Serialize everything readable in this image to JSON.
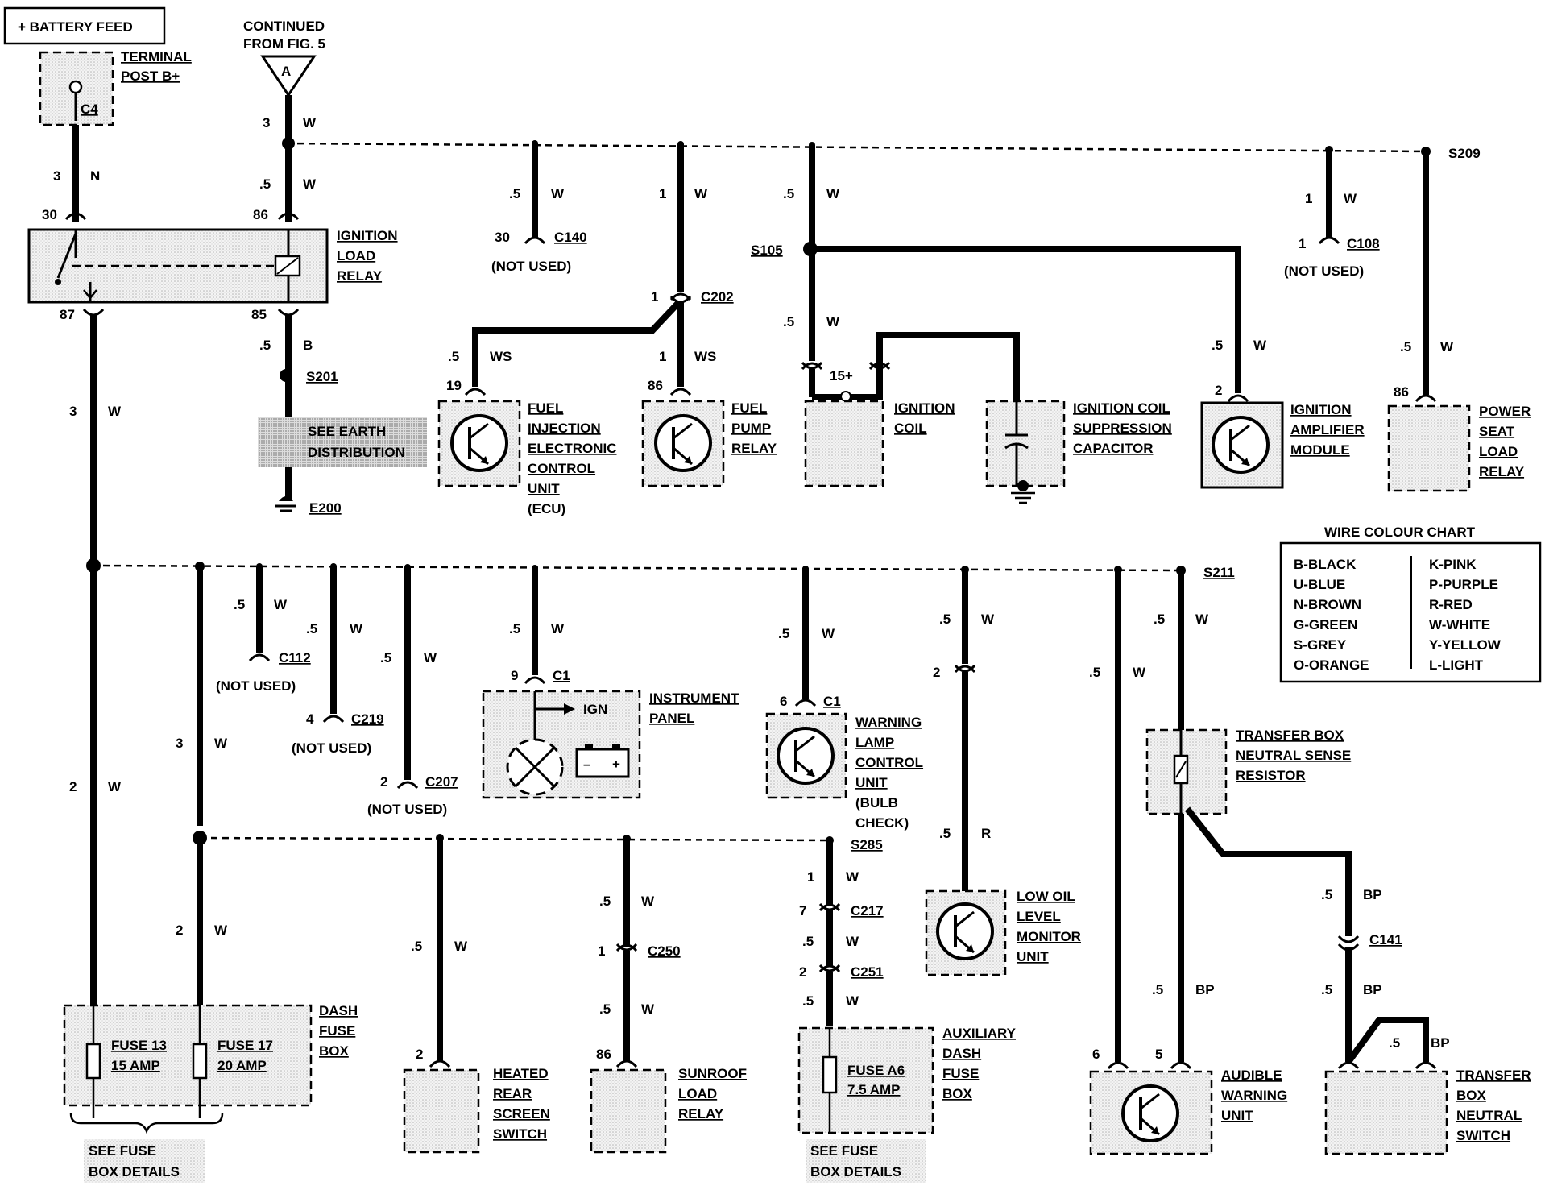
{
  "header": {
    "battery_feed": "+ BATTERY FEED",
    "continued": [
      "CONTINUED",
      "FROM FIG. 5"
    ],
    "connector_a": "A"
  },
  "terminal_post": {
    "name": [
      "TERMINAL",
      "POST B+"
    ],
    "code": "C4"
  },
  "ignition_relay": {
    "name": [
      "IGNITION",
      "LOAD",
      "RELAY"
    ],
    "pin_30": "30",
    "pin_86": "86",
    "pin_87": "87",
    "pin_85": "85"
  },
  "wires": {
    "w_a3": [
      "3",
      "W"
    ],
    "w_n3": [
      "3",
      "N"
    ],
    "w_86": [
      ".5",
      "W"
    ],
    "w_b": [
      ".5",
      "B"
    ],
    "w_87": [
      "3",
      "W"
    ],
    "w_c140": [
      ".5",
      "W"
    ],
    "w_c202": [
      "1",
      "W"
    ],
    "w_ws1": [
      ".5",
      "WS"
    ],
    "w_ws2": [
      "1",
      "WS"
    ],
    "w_s105a": [
      ".5",
      "W"
    ],
    "w_s105b": [
      ".5",
      "W"
    ],
    "w_c108": [
      "1",
      "W"
    ],
    "w_amp": [
      ".5",
      "W"
    ],
    "w_pwr": [
      ".5",
      "W"
    ],
    "w_left2": [
      "2",
      "W"
    ],
    "w_left2b": [
      "2",
      "W"
    ],
    "w_b3": [
      "3",
      "W"
    ],
    "w_c112": [
      ".5",
      "W"
    ],
    "w_c219": [
      ".5",
      "W"
    ],
    "w_c207": [
      ".5",
      "W"
    ],
    "w_instr": [
      ".5",
      "W"
    ],
    "w_warn": [
      ".5",
      "W"
    ],
    "w_oil": [
      ".5",
      "W"
    ],
    "w_oil_r": [
      ".5",
      "R"
    ],
    "w_aud_w": [
      ".5",
      "W"
    ],
    "w_tbr": [
      ".5",
      "W"
    ],
    "w_heat": [
      ".5",
      "W"
    ],
    "w_sun1": [
      ".5",
      "W"
    ],
    "w_sun2": [
      ".5",
      "W"
    ],
    "w_aux1": [
      "1",
      "W"
    ],
    "w_aux2": [
      ".5",
      "W"
    ],
    "w_aux3": [
      ".5",
      "W"
    ],
    "w_bp1": [
      ".5",
      "BP"
    ],
    "w_bp2": [
      ".5",
      "BP"
    ],
    "w_bp3": [
      ".5",
      "BP"
    ],
    "w_bp4": [
      ".5",
      "BP"
    ]
  },
  "connectors": {
    "c140": {
      "pin": "30",
      "name": "C140",
      "note": "(NOT USED)"
    },
    "c202": {
      "pin": "1",
      "name": "C202"
    },
    "s105": "S105",
    "c108": {
      "pin": "1",
      "name": "C108",
      "note": "(NOT USED)"
    },
    "s209": "S209",
    "s201": "S201",
    "e200": "E200",
    "earth": [
      "SEE EARTH",
      "DISTRIBUTION"
    ],
    "c112": {
      "name": "C112",
      "note": "(NOT USED)"
    },
    "c219": {
      "pin": "4",
      "name": "C219",
      "note": "(NOT USED)"
    },
    "c207": {
      "pin": "2",
      "name": "C207",
      "note": "(NOT USED)"
    },
    "c1a": {
      "pin": "9",
      "name": "C1"
    },
    "c1b": {
      "pin": "6",
      "name": "C1"
    },
    "s211": "S211",
    "s285": "S285",
    "c217": {
      "pin": "7",
      "name": "C217"
    },
    "c251": {
      "pin": "2",
      "name": "C251"
    },
    "c250": {
      "pin": "1",
      "name": "C250"
    },
    "c141": "C141",
    "oil_pin": "2"
  },
  "components": {
    "ecu": {
      "pin": "19",
      "name": [
        "FUEL",
        "INJECTION",
        "ELECTRONIC",
        "CONTROL",
        "UNIT",
        "(ECU)"
      ]
    },
    "fuel_pump": {
      "pin": "86",
      "name": [
        "FUEL",
        "PUMP",
        "RELAY"
      ]
    },
    "ign_coil": {
      "pin": "15+",
      "name": [
        "IGNITION",
        "COIL"
      ]
    },
    "capacitor": {
      "name": [
        "IGNITION COIL",
        "SUPPRESSION",
        "CAPACITOR"
      ]
    },
    "amp": {
      "pin": "2",
      "name": [
        "IGNITION",
        "AMPLIFIER",
        "MODULE"
      ]
    },
    "power_seat": {
      "pin": "86",
      "name": [
        "POWER",
        "SEAT",
        "LOAD",
        "RELAY"
      ]
    },
    "instrument": {
      "name": [
        "INSTRUMENT",
        "PANEL"
      ],
      "ign": "IGN"
    },
    "warning_lamp": {
      "name": [
        "WARNING",
        "LAMP",
        "CONTROL",
        "UNIT",
        "(BULB",
        "CHECK)"
      ]
    },
    "low_oil": {
      "name": [
        "LOW OIL",
        "LEVEL",
        "MONITOR",
        "UNIT"
      ]
    },
    "tb_resistor": {
      "name": [
        "TRANSFER BOX",
        "NEUTRAL SENSE",
        "RESISTOR"
      ]
    },
    "dash_fuse": {
      "name": [
        "DASH",
        "FUSE",
        "BOX"
      ],
      "fuse13": [
        "FUSE 13",
        "15 AMP"
      ],
      "fuse17": [
        "FUSE 17",
        "20 AMP"
      ],
      "note": [
        "SEE FUSE",
        "BOX DETAILS"
      ]
    },
    "heated_rear": {
      "pin": "2",
      "name": [
        "HEATED",
        "REAR",
        "SCREEN",
        "SWITCH"
      ]
    },
    "sunroof": {
      "pin": "86",
      "name": [
        "SUNROOF",
        "LOAD",
        "RELAY"
      ]
    },
    "aux_fuse": {
      "name": [
        "AUXILIARY",
        "DASH",
        "FUSE",
        "BOX"
      ],
      "fuse": [
        "FUSE A6",
        "7.5 AMP"
      ],
      "note": [
        "SEE FUSE",
        "BOX DETAILS"
      ]
    },
    "audible": {
      "pin_w": "6",
      "pin_bp": "5",
      "name": [
        "AUDIBLE",
        "WARNING",
        "UNIT"
      ]
    },
    "tb_switch": {
      "name": [
        "TRANSFER",
        "BOX",
        "NEUTRAL",
        "SWITCH"
      ]
    }
  },
  "colour_chart": {
    "title": "WIRE COLOUR CHART",
    "left": [
      "B-BLACK",
      "U-BLUE",
      "N-BROWN",
      "G-GREEN",
      "S-GREY",
      "O-ORANGE"
    ],
    "right": [
      "K-PINK",
      "P-PURPLE",
      "R-RED",
      "W-WHITE",
      "Y-YELLOW",
      "L-LIGHT"
    ]
  }
}
